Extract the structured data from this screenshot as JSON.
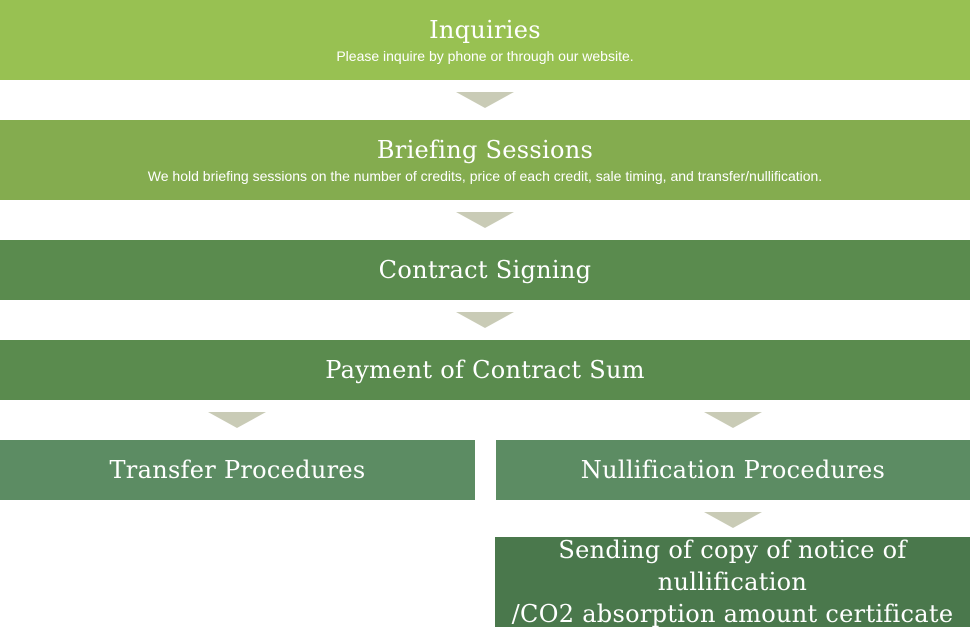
{
  "steps": {
    "inquiries": {
      "title": "Inquiries",
      "subtitle": "Please inquire by phone or through our website."
    },
    "briefing": {
      "title": "Briefing Sessions",
      "subtitle": "We hold briefing sessions on the number of credits, price of each credit, sale timing, and transfer/nullification."
    },
    "contract": {
      "title": "Contract Signing"
    },
    "payment": {
      "title": "Payment of Contract Sum"
    },
    "transfer": {
      "title": "Transfer Procedures"
    },
    "nullification": {
      "title": "Nullification Procedures"
    },
    "sending": {
      "line1": "Sending of copy of notice of nullification",
      "line2": "/CO2 absorption amount certificate"
    }
  },
  "colors": {
    "inquiries": "#98c152",
    "briefing": "#84ac4f",
    "contract": "#5a8b4e",
    "payment": "#5a8b4e",
    "procedures": "#5c8c63",
    "sending": "#4a784c",
    "arrow": "#c9cbb6"
  }
}
